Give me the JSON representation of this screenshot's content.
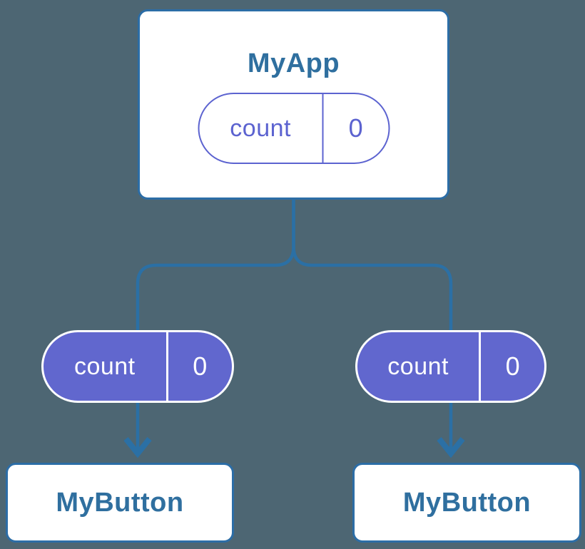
{
  "diagram": {
    "type": "component-tree",
    "description": "Parent component passing state down to two child components",
    "root": {
      "title": "MyApp",
      "state": {
        "name": "count",
        "value": "0"
      }
    },
    "children": [
      {
        "title": "MyButton",
        "prop": {
          "name": "count",
          "value": "0"
        }
      },
      {
        "title": "MyButton",
        "prop": {
          "name": "count",
          "value": "0"
        }
      }
    ],
    "colors": {
      "background": "#4D6673",
      "connector_blue": "#2B70A5",
      "node_border_blue": "#2C6DA6",
      "node_text_blue": "#2F6F9F",
      "state_purple_outline": "#5C63D0",
      "prop_purple_fill": "#6167CE",
      "node_fill": "#FFFFFF",
      "prop_text": "#FFFFFF"
    }
  }
}
